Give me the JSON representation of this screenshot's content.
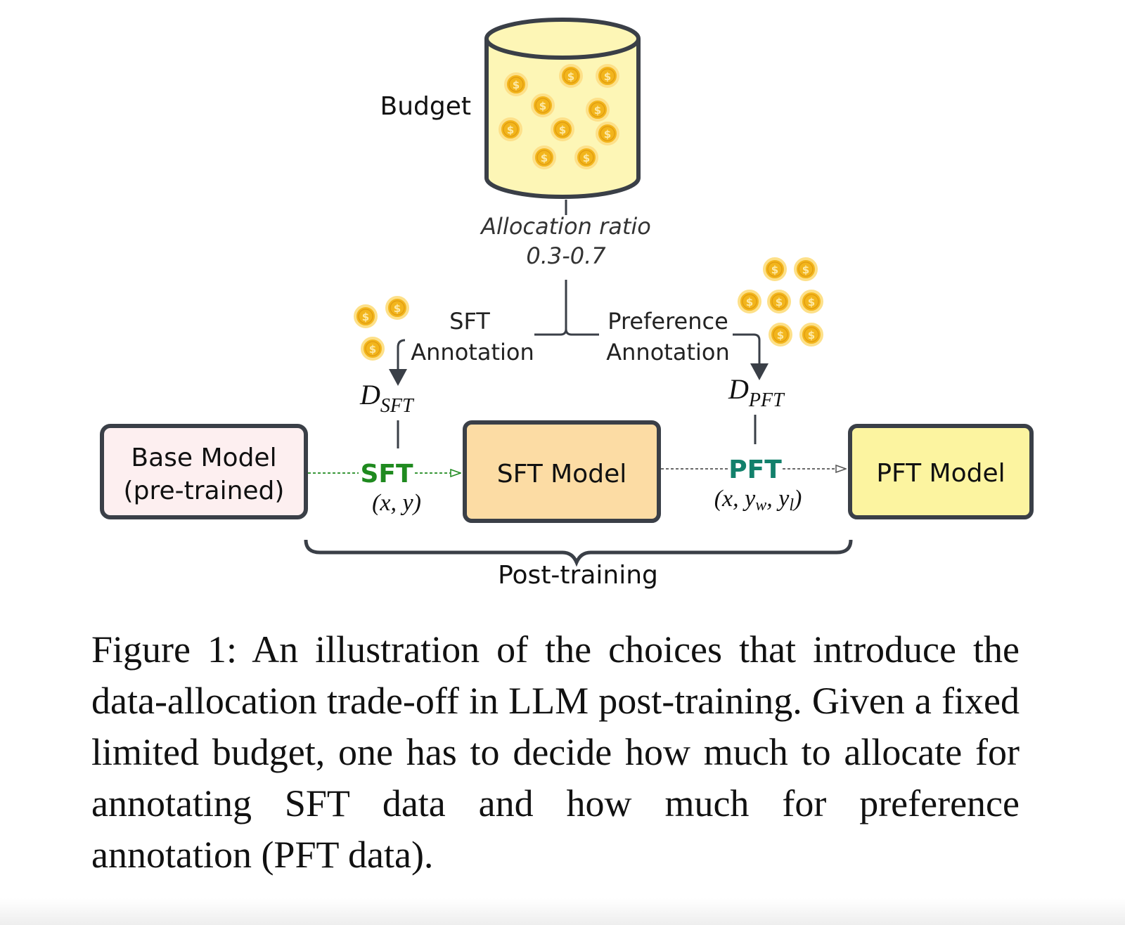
{
  "budget": {
    "label": "Budget"
  },
  "allocation": {
    "label": "Allocation ratio",
    "range": "0.3-0.7"
  },
  "annotations": {
    "sft_line1": "SFT",
    "sft_line2": "Annotation",
    "pref_line1": "Preference",
    "pref_line2": "Annotation"
  },
  "datasets": {
    "sft_symbol": "D",
    "sft_subscript": "SFT",
    "pft_symbol": "D",
    "pft_subscript": "PFT"
  },
  "models": {
    "base_line1": "Base Model",
    "base_line2": "(pre-trained)",
    "sft": "SFT Model",
    "pft": "PFT Model"
  },
  "steps": {
    "sft_label": "SFT",
    "sft_data": "(x, y)",
    "pft_label": "PFT",
    "pft_data_prefix": "(x, y",
    "pft_sub_w": "w",
    "pft_sep": ", y",
    "pft_sub_l": "l",
    "pft_suffix": ")"
  },
  "post_training": "Post-training",
  "caption": "Figure 1: An illustration of the choices that introduce the data-allocation trade-off in LLM post-training. Given a fixed limited budget, one has to decide how much to allocate for annotating SFT data and how much for preference annotation (PFT data).",
  "colors": {
    "outline": "#3a3f47",
    "budget_fill": "#fdf6b6",
    "coin": "#f2b51c",
    "coin_rim": "#fde089",
    "base_fill": "#fdeff0",
    "sft_fill": "#fcdca4",
    "pft_fill": "#fcf4a0",
    "sft_green": "#1f8a1f",
    "pft_teal": "#12806b"
  },
  "icons": {
    "coin": "dollar-coin-icon",
    "cylinder": "budget-cylinder-icon"
  }
}
